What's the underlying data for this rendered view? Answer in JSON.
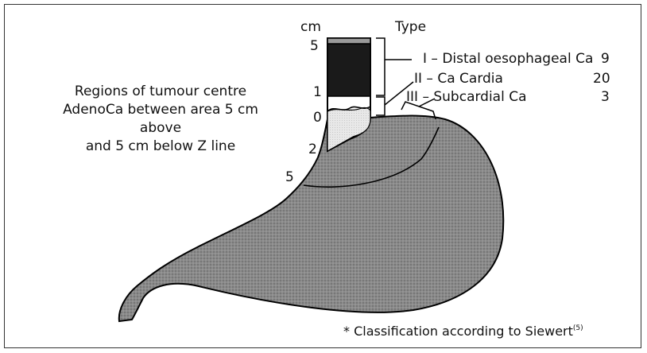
{
  "header": {
    "cm_label": "cm",
    "type_label": "Type"
  },
  "scale_marks": [
    "5",
    "1",
    "0",
    "2",
    "5"
  ],
  "description": [
    "Regions of tumour centre",
    "AdenoCa between area 5 cm above",
    "and 5 cm below Z line"
  ],
  "types": [
    {
      "numeral": "I",
      "name": "Distal oesophageal Ca",
      "count": "9"
    },
    {
      "numeral": "II",
      "name": "Ca Cardia",
      "count": "20"
    },
    {
      "numeral": "III",
      "name": "Subcardial Ca",
      "count": "3"
    }
  ],
  "footnote": {
    "text": "* Classification according to Siewert",
    "ref": "(5)"
  },
  "colors": {
    "stomach_fill": "#8a8a8a",
    "oesophagus_dark": "#1a1a1a",
    "mucosa_light": "#e6e6e6"
  }
}
